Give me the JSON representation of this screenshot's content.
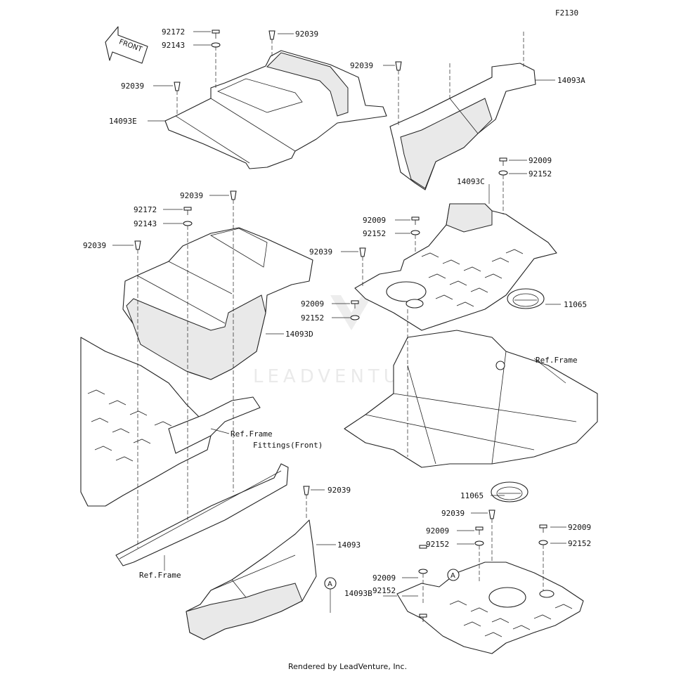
{
  "diagram_code": "F2130",
  "front_arrow_label": "FRONT",
  "watermark": "LEADVENTURE",
  "footer": "Rendered by LeadVenture, Inc.",
  "parts": {
    "p92172_a": "92172",
    "p92143_a": "92143",
    "p92039_a": "92039",
    "p92039_b": "92039",
    "p92039_c": "92039",
    "p14093E": "14093E",
    "p14093A": "14093A",
    "p92009_a": "92009",
    "p92152_a": "92152",
    "p14093C": "14093C",
    "p92039_d": "92039",
    "p92172_b": "92172",
    "p92143_b": "92143",
    "p92039_e": "92039",
    "p92009_b": "92009",
    "p92152_b": "92152",
    "p92039_f": "92039",
    "p92009_c": "92009",
    "p92152_c": "92152",
    "p11065_a": "11065",
    "p14093D": "14093D",
    "ref_frame_a": "Ref.Frame",
    "ref_frame_b": "Ref.Frame",
    "fittings_front": "Fittings(Front)",
    "ref_frame_c": "Ref.Frame",
    "p92039_g": "92039",
    "p14093": "14093",
    "callout_a1": "A",
    "p11065_b": "11065",
    "p92039_h": "92039",
    "p92009_d": "92009",
    "p92152_d": "92152",
    "p92009_e": "92009",
    "p92152_e": "92152",
    "p92009_f": "92009",
    "p92152_f": "92152",
    "p14093B": "14093B",
    "callout_a2": "A"
  }
}
